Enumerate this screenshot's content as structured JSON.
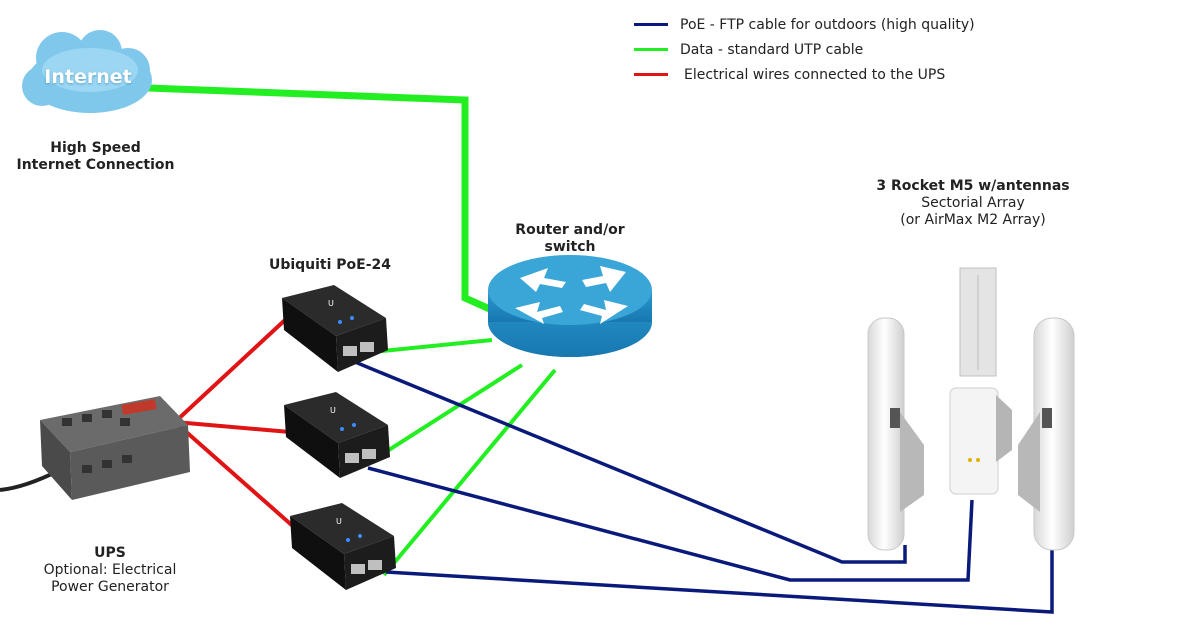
{
  "legend": [
    {
      "label": "PoE - FTP cable for outdoors (high quality)",
      "color": "#0a1a7a"
    },
    {
      "label": "Data - standard UTP cable",
      "color": "#22ee22"
    },
    {
      "label": "Electrical wires connected to the UPS",
      "color": "#e01414"
    }
  ],
  "internet": {
    "cloud_label": "Internet",
    "caption_line1": "High Speed",
    "caption_line2": "Internet Connection"
  },
  "router": {
    "line1": "Router and/or",
    "line2": "switch"
  },
  "poe": {
    "title": "Ubiquiti PoE-24"
  },
  "antennas": {
    "line1": "3 Rocket M5 w/antennas",
    "line2": "Sectorial Array",
    "line3": "(or AirMax M2 Array)"
  },
  "ups": {
    "line1": "UPS",
    "line2": "Optional: Electrical",
    "line3": "Power Generator"
  },
  "colors": {
    "poe_cable": "#0a1a7a",
    "data_cable": "#22ee22",
    "power_wire": "#e01414",
    "cloud": "#7fc8ec",
    "router_top": "#3aa6d8",
    "router_side": "#1b86bf"
  }
}
